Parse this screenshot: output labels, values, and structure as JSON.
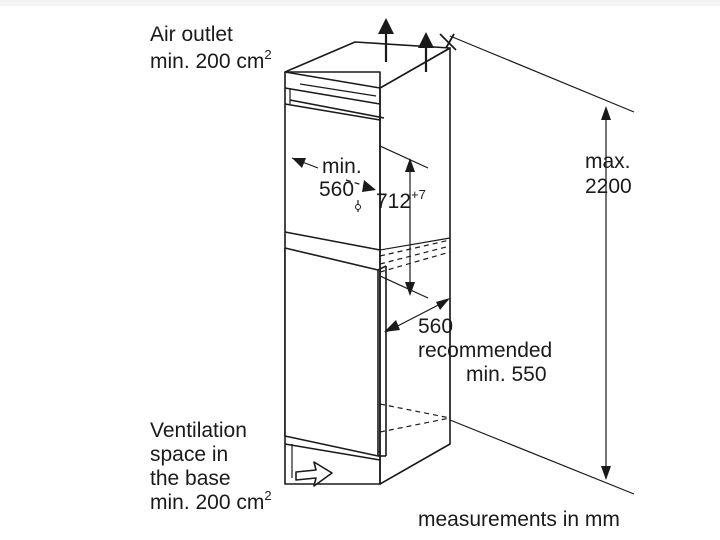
{
  "labels": {
    "air_outlet_line1": "Air outlet",
    "air_outlet_line2": "min. 200 cm",
    "air_outlet_sup": "2",
    "min_line1": "min.",
    "min_line2": "560",
    "height_niche": "712",
    "height_niche_sup": "+7",
    "max_line1": "max.",
    "max_line2": "2200",
    "depth_value": "560",
    "depth_line2": "recommended",
    "depth_line3": "min. 550",
    "vent_line1": "Ventilation",
    "vent_line2": "space in",
    "vent_line3": "the base",
    "vent_line4": "min. 200 cm",
    "vent_sup": "2",
    "units": "measurements in mm"
  },
  "icons": [
    "air-outlet-arrow-icon",
    "air-inlet-arrow-icon",
    "fan-symbol-icon"
  ]
}
